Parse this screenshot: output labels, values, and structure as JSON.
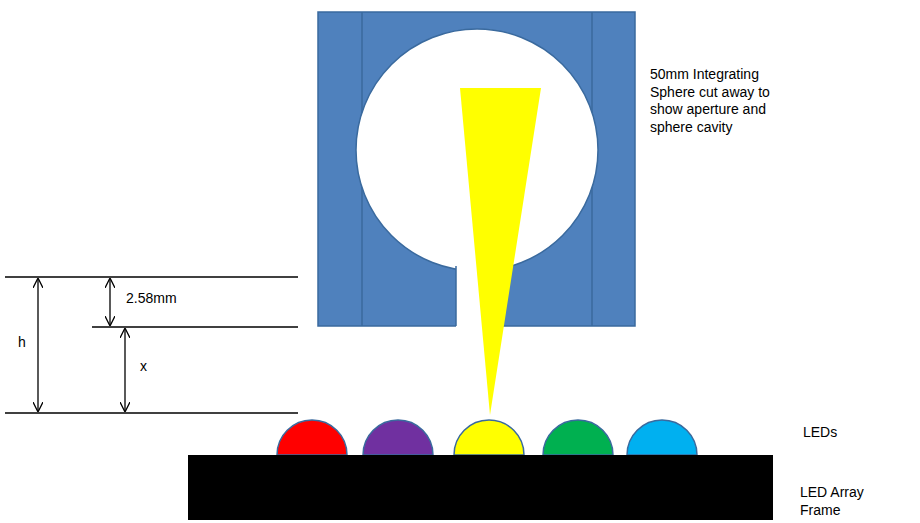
{
  "diagram": {
    "labels": [
      "50mm Integrating Sphere cut away to show aperture and sphere cavity",
      "2.58mm",
      "h",
      "x",
      "LEDs",
      "LED Array Frame"
    ]
  }
}
